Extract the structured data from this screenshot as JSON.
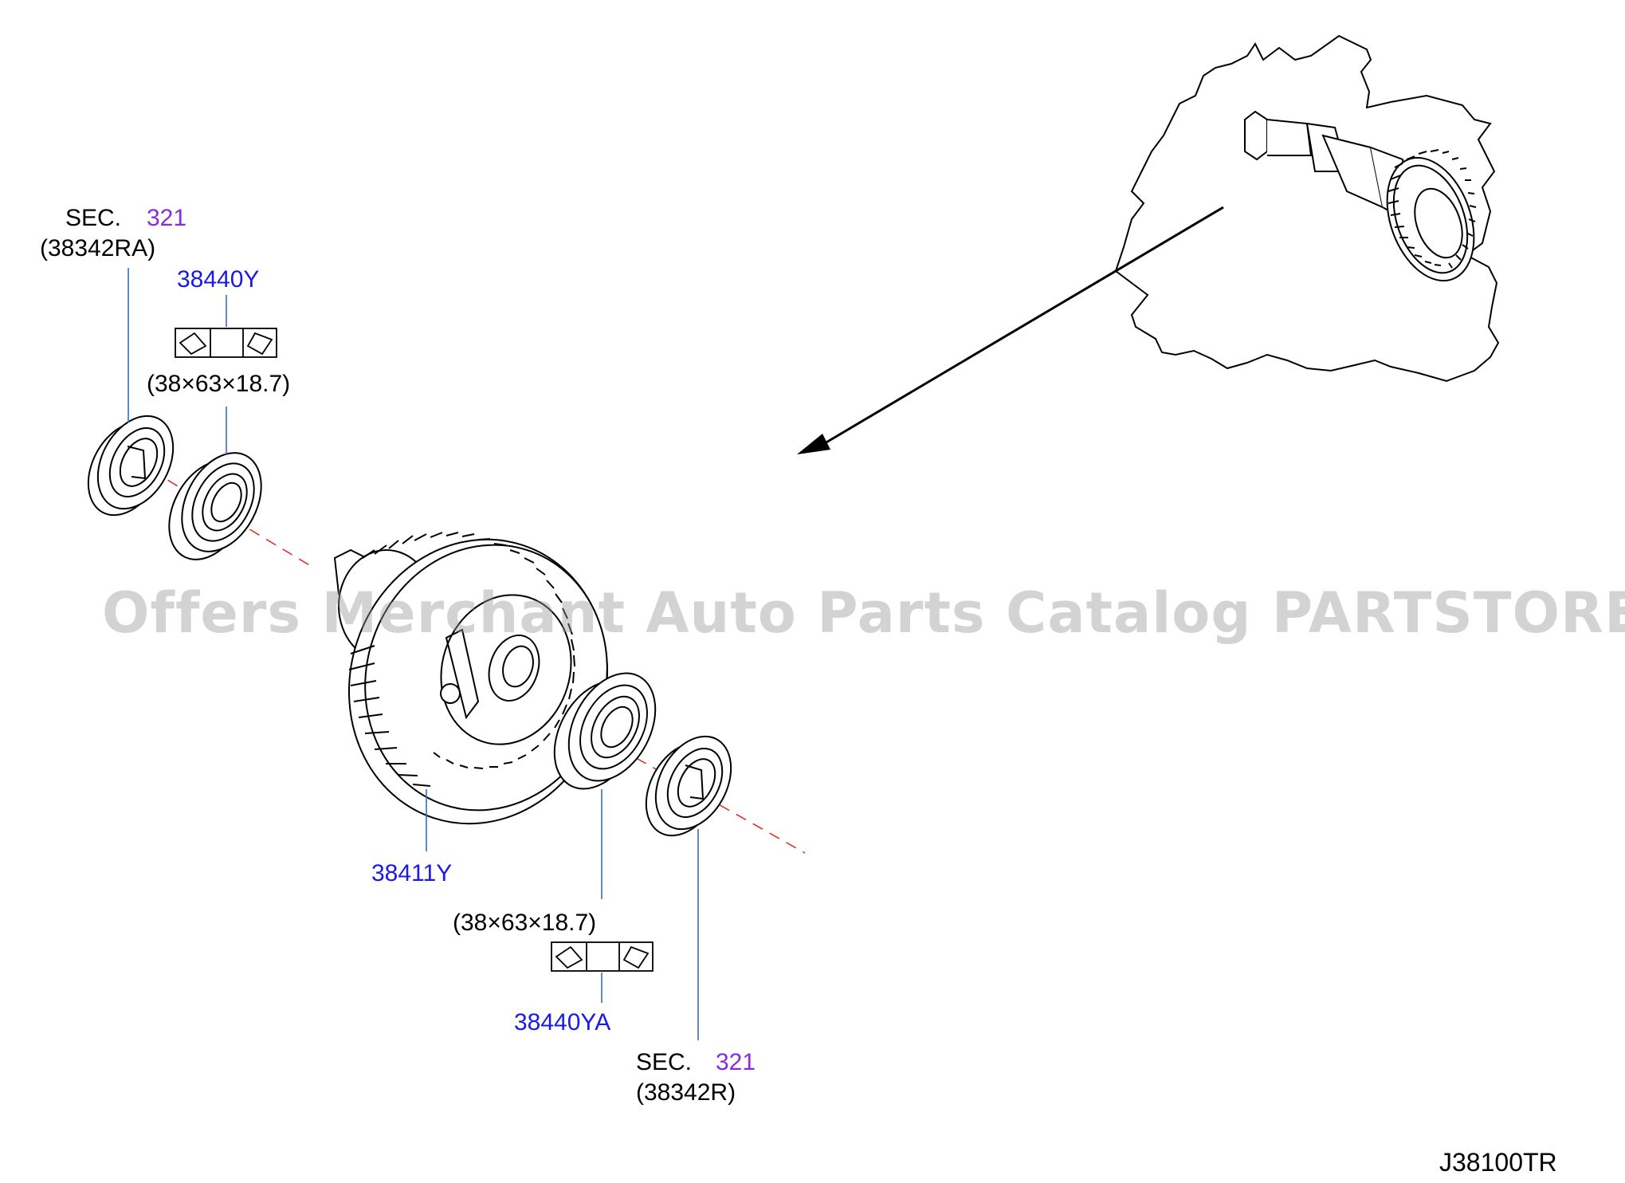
{
  "sec_refs": [
    {
      "prefix": "SEC.",
      "number": "321",
      "code": "(38342RA)"
    },
    {
      "prefix": "SEC.",
      "number": "321",
      "code": "(38342R)"
    }
  ],
  "parts": {
    "bearing_upper": "38440Y",
    "bearing_lower": "38440YA",
    "differential": "38411Y"
  },
  "dimensions": {
    "upper": "(38×63×18.7)",
    "lower": "(38×63×18.7)"
  },
  "watermark": "Offers Merchant Auto Parts Catalog PARTSTORE.SA",
  "diagram_code": "J38100TR",
  "colors": {
    "part_number": "#1a1ae6",
    "section_number": "#8a2be2",
    "leader_line": "#3a6fb0",
    "center_line": "#e03030"
  },
  "icons": [
    "bearing-orientation-icon",
    "differential-gear-icon",
    "transaxle-shaft-icon"
  ]
}
